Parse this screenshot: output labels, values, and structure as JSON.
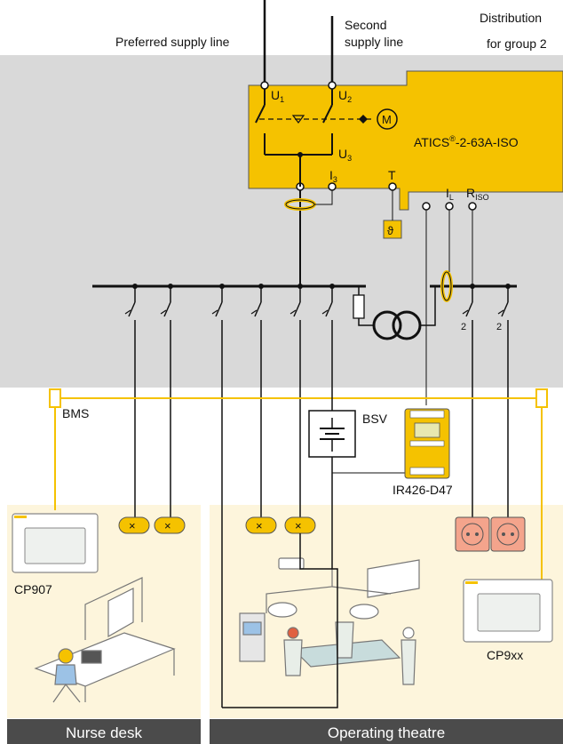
{
  "labels": {
    "preferred": "Preferred supply line",
    "second_1": "Second",
    "second_2": "supply line",
    "distribution_1": "Distribution",
    "distribution_2": "for group 2",
    "u1": "U",
    "u1_sub": "1",
    "u2": "U",
    "u2_sub": "2",
    "u3": "U",
    "u3_sub": "3",
    "i3": "I",
    "i3_sub": "3",
    "t": "T",
    "il": "I",
    "il_sub": "L",
    "riso": "R",
    "riso_sub": "ISO",
    "device_name_a": "ATICS",
    "device_reg": "®",
    "device_name_b": "-2-63A-ISO",
    "motor": "M",
    "temp_symbol": "ϑ",
    "bms": "BMS",
    "bsv": "BSV",
    "ir426": "IR426-D47",
    "cp907": "CP907",
    "cp9xx": "CP9xx",
    "group_marker": "2"
  },
  "areas": {
    "nurse_desk": "Nurse desk",
    "operating_theatre": "Operating theatre"
  },
  "colors": {
    "yellow": "#F5C200",
    "panel_gray": "#D9D9D9",
    "room_cream": "#FDF5DC",
    "orange_line": "#F0B400",
    "socket_red": "#F4A48C",
    "footer": "#4B4B4B"
  },
  "icons": [
    "circuit-breaker-icon",
    "transformer-icon",
    "fuse-icon",
    "battery-icon",
    "motor-icon",
    "thermometer-icon",
    "lamp-icon",
    "socket-icon",
    "monitor-icon"
  ]
}
